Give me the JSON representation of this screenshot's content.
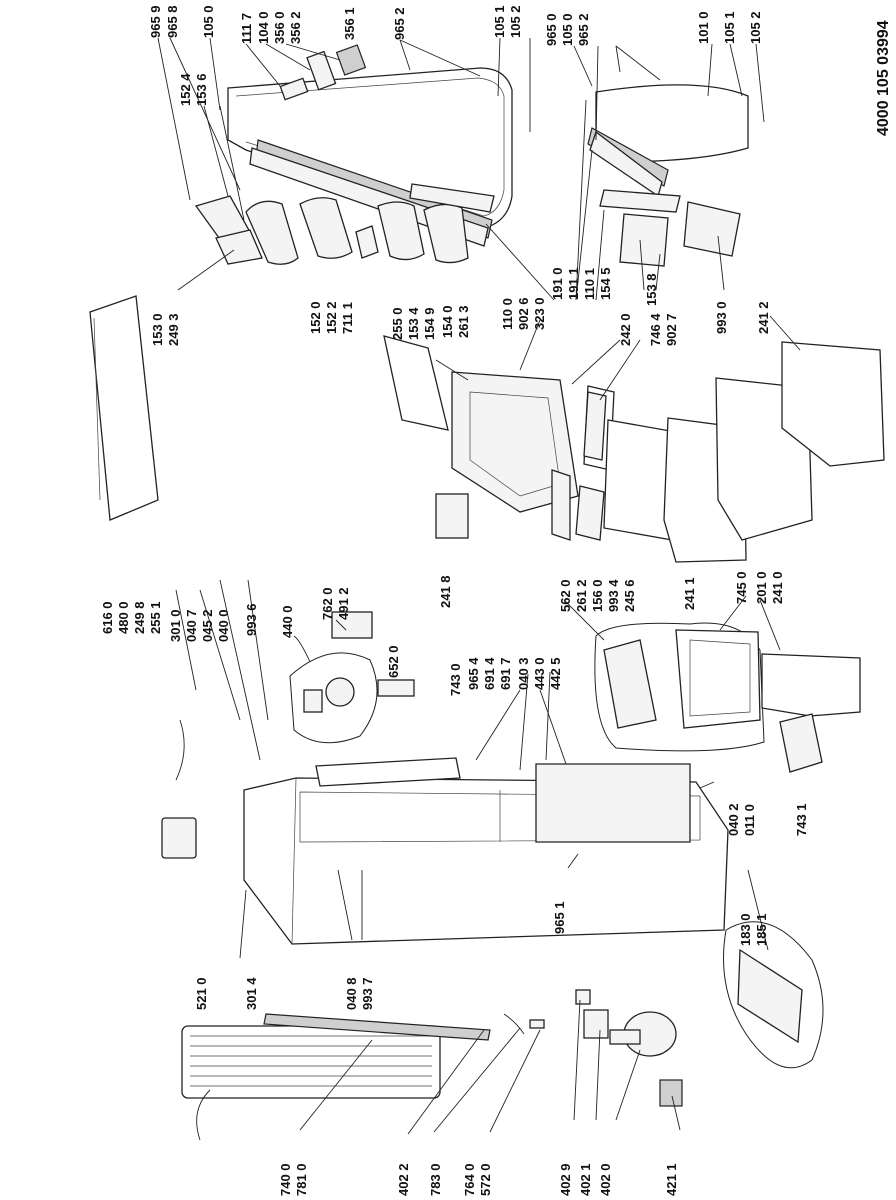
{
  "diagram": {
    "doc_code": "4000 105 03994",
    "labels_top_left": [
      "965 9",
      "965 8",
      "105 0",
      "111 7",
      "104 0",
      "356 0",
      "356 2",
      "356 1",
      "965 2",
      "152 4",
      "153 6"
    ],
    "labels_top_right": [
      "105 1",
      "105 2",
      "965 0",
      "105 0",
      "965 2",
      "101 0",
      "105 1",
      "105 2"
    ],
    "labels_door_parts": [
      "153 0",
      "249 3",
      "152 0",
      "152 2",
      "711 1",
      "255 0",
      "153 4",
      "154 9",
      "154 0",
      "261 3",
      "110 0",
      "902 6",
      "323 0",
      "191 0",
      "191 1",
      "110 1",
      "154 5",
      "242 0",
      "746 4",
      "902 7",
      "153 8",
      "993 0",
      "241 2"
    ],
    "labels_mid_left": [
      "616 0",
      "480 0",
      "249 8",
      "255 1",
      "301 0",
      "040 7",
      "045 2",
      "040 0",
      "993 6",
      "440 0",
      "762 0",
      "491 2",
      "241 8",
      "562 0",
      "261 2",
      "156 0",
      "993 4",
      "245 6"
    ],
    "labels_center": [
      "652 0",
      "743 0",
      "965 4",
      "691 4",
      "691 7",
      "040 3",
      "443 0",
      "442 5",
      "241 1",
      "745 0",
      "201 0",
      "241 0",
      "743 1",
      "040 2",
      "011 0"
    ],
    "labels_bottom": [
      "521 0",
      "301 4",
      "040 8",
      "993 7",
      "965 1",
      "183 0",
      "185 1",
      "740 0",
      "781 0",
      "402 2",
      "783 0",
      "764 0",
      "572 0",
      "402 9",
      "402 1",
      "402 0",
      "421 1"
    ]
  }
}
